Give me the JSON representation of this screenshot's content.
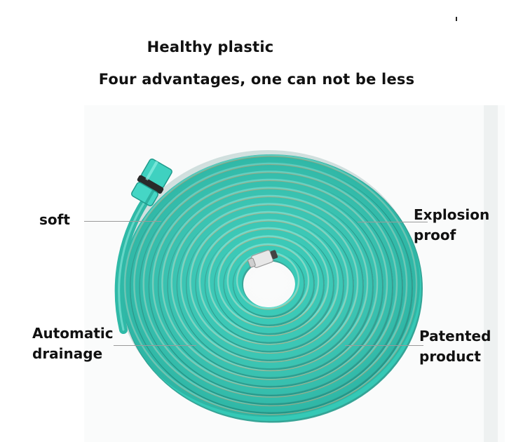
{
  "header": {
    "title": "Healthy plastic",
    "subtitle": "Four advantages, one can not be less"
  },
  "labels": {
    "soft": "soft",
    "explosion_1": "Explosion",
    "explosion_2": "proof",
    "drainage_1": "Automatic",
    "drainage_2": "drainage",
    "patented_1": "Patented",
    "patented_2": "product"
  },
  "colors": {
    "hose": "#35c9b6",
    "hose_dark": "#1f9a8b",
    "hose_highlight": "#7fe3d4",
    "stripe": "#c9a574",
    "connector": "#3fd1c0",
    "text": "#111111"
  }
}
